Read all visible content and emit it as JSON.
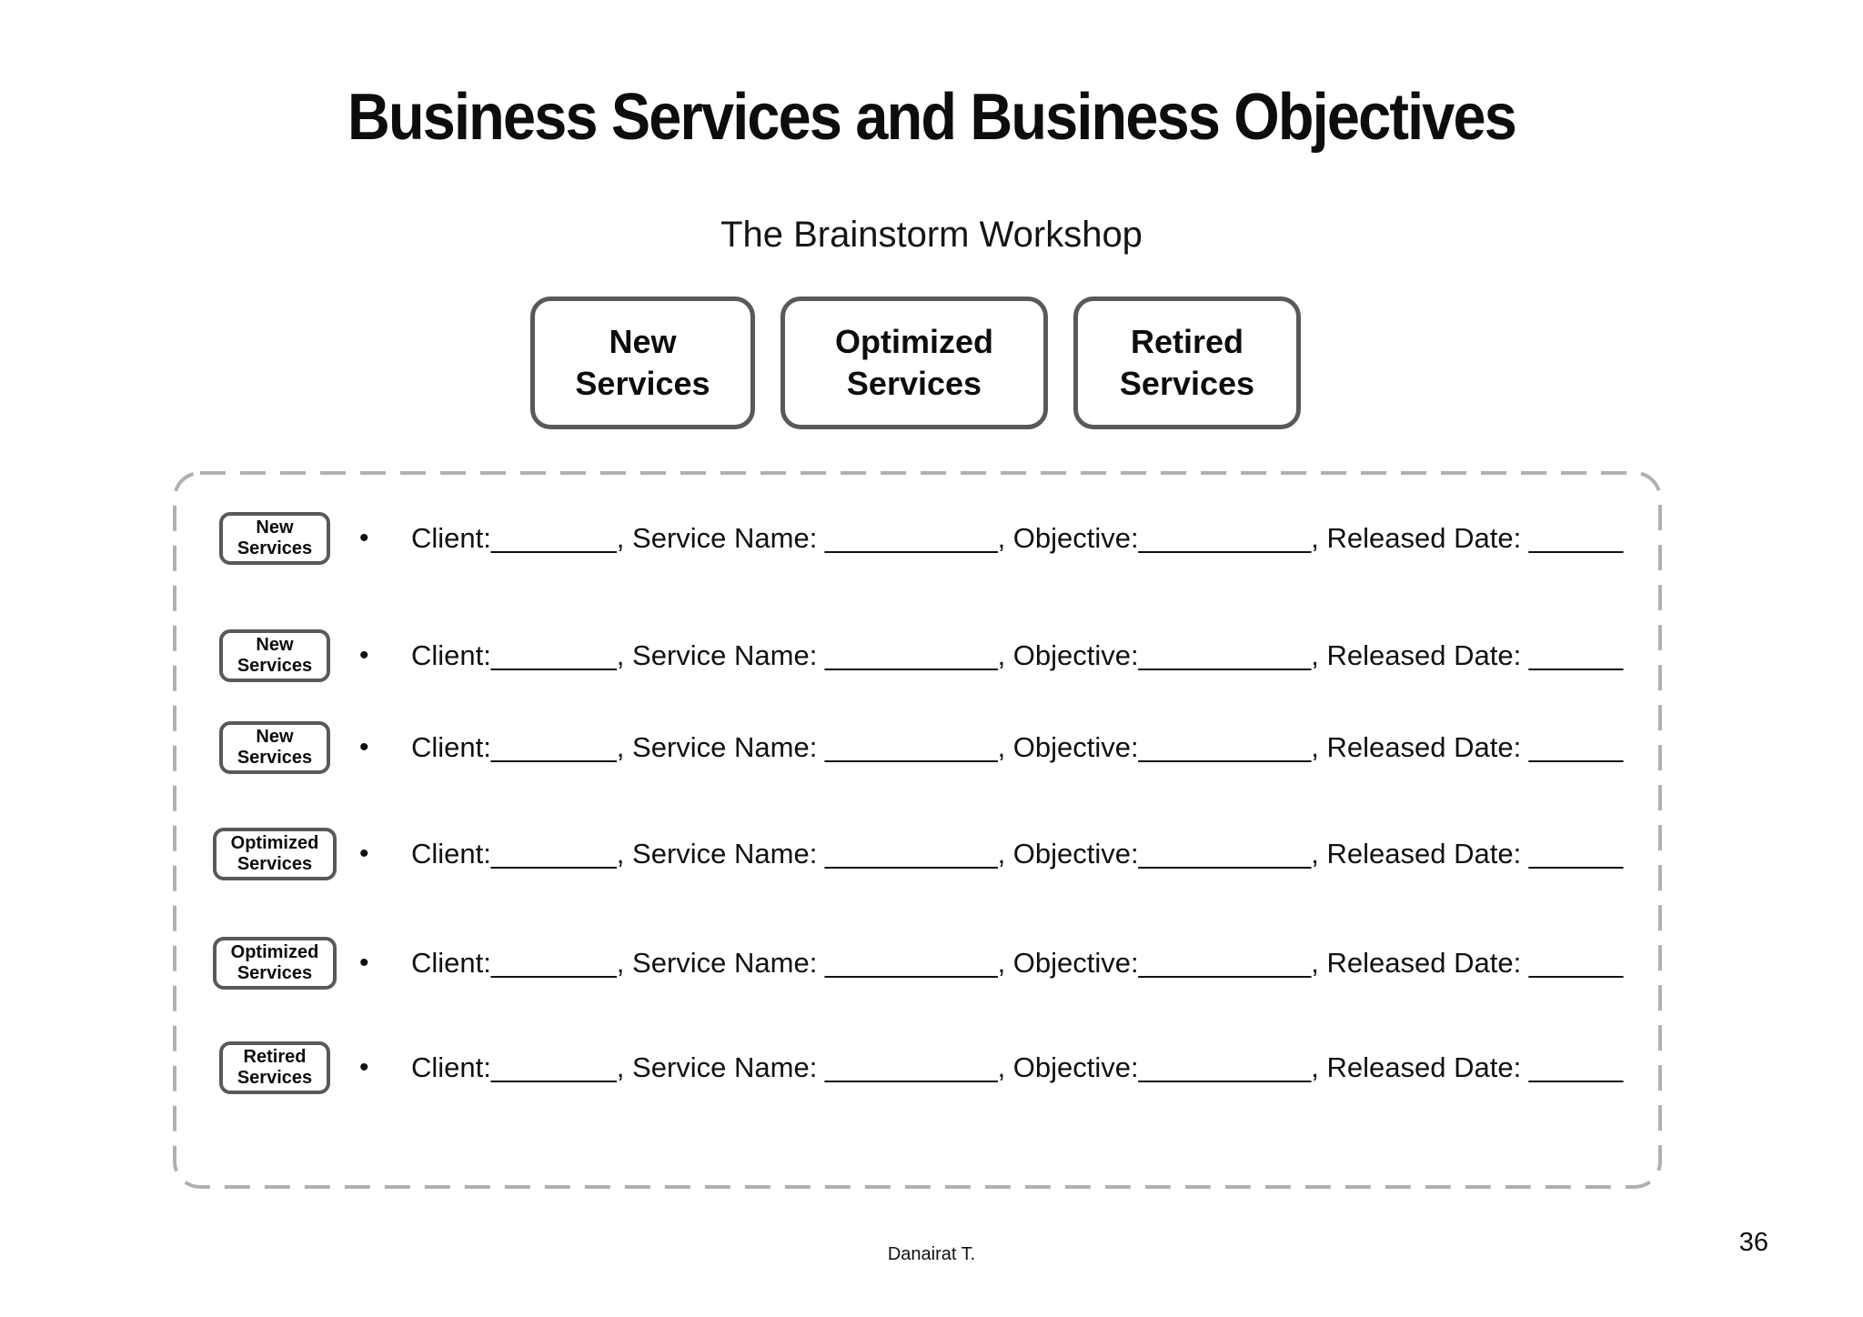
{
  "slide": {
    "title": "Business Services and Business Objectives",
    "subtitle": "The Brainstorm Workshop",
    "footer_author": "Danairat T.",
    "page_number": "36"
  },
  "colors": {
    "box_border": "#595959",
    "dashed_border": "#b0b0b0",
    "text": "#111111",
    "background": "#ffffff"
  },
  "legend_boxes": [
    {
      "line1": "New",
      "line2": "Services"
    },
    {
      "line1": "Optimized",
      "line2": "Services"
    },
    {
      "line1": "Retired",
      "line2": "Services"
    }
  ],
  "row_template_text": "Client:________, Service Name: ___________, Objective:___________, Released Date: ______",
  "rows": [
    {
      "tag_line1": "New",
      "tag_line2": "Services",
      "bullet": "•",
      "text": "Client:________, Service Name: ___________, Objective:___________, Released Date: ______"
    },
    {
      "tag_line1": "New",
      "tag_line2": "Services",
      "bullet": "•",
      "text": "Client:________, Service Name: ___________, Objective:___________, Released Date: ______"
    },
    {
      "tag_line1": "New",
      "tag_line2": "Services",
      "bullet": "•",
      "text": "Client:________, Service Name: ___________, Objective:___________, Released Date: ______"
    },
    {
      "tag_line1": "Optimized",
      "tag_line2": "Services",
      "bullet": "•",
      "text": "Client:________, Service Name: ___________, Objective:___________, Released Date: ______"
    },
    {
      "tag_line1": "Optimized",
      "tag_line2": "Services",
      "bullet": "•",
      "text": "Client:________, Service Name: ___________, Objective:___________, Released Date: ______"
    },
    {
      "tag_line1": "Retired",
      "tag_line2": "Services",
      "bullet": "•",
      "text": "Client:________, Service Name: ___________, Objective:___________, Released Date: ______"
    }
  ]
}
